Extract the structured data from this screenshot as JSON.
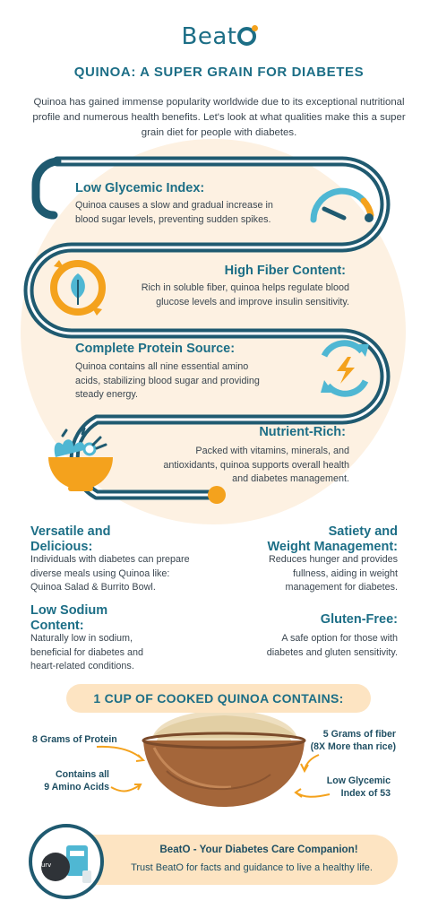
{
  "brand": {
    "name_prefix": "Beat",
    "name_suffix": "O"
  },
  "title": "QUINOA: A SUPER GRAIN FOR DIABETES",
  "intro": "Quinoa has gained immense popularity worldwide due to its exceptional nutritional profile and numerous health benefits. Let's look at what qualities make this a super grain diet for people with diabetes.",
  "path_sections": [
    {
      "title": "Low Glycemic Index:",
      "lines": [
        "Quinoa causes a slow and gradual increase in",
        "blood sugar levels, preventing sudden spikes."
      ],
      "icon": "gauge-icon"
    },
    {
      "title": "High Fiber Content:",
      "lines": [
        "Rich in soluble fiber, quinoa helps regulate blood",
        "glucose levels and improve insulin sensitivity."
      ],
      "icon": "leaf-cycle-icon"
    },
    {
      "title": "Complete Protein Source:",
      "lines": [
        "Quinoa contains all nine essential amino",
        "acids, stabilizing blood sugar and providing",
        "steady energy."
      ],
      "icon": "energy-cycle-icon"
    },
    {
      "title": "Nutrient-Rich:",
      "lines": [
        "Packed with vitamins, minerals, and",
        "antioxidants, quinoa supports overall health",
        "and diabetes management."
      ],
      "icon": "salad-bowl-icon"
    }
  ],
  "grid_sections": [
    {
      "title_lines": [
        "Versatile and",
        "Delicious:"
      ],
      "lines": [
        "Individuals with diabetes can prepare",
        "diverse meals using Quinoa like:",
        "Quinoa Salad & Burrito Bowl."
      ]
    },
    {
      "title_lines": [
        "Satiety and",
        "Weight Management:"
      ],
      "lines": [
        "Reduces hunger and provides",
        "fullness, aiding in weight",
        "management for diabetes."
      ]
    },
    {
      "title_lines": [
        "Low Sodium",
        "Content:"
      ],
      "lines": [
        "Naturally low in sodium,",
        "beneficial for diabetes and",
        "heart-related conditions."
      ]
    },
    {
      "title_lines": [
        "Gluten-Free:"
      ],
      "lines": [
        "A safe option for those with",
        "diabetes and gluten sensitivity."
      ]
    }
  ],
  "cup": {
    "title": "1 CUP OF COOKED QUINOA CONTAINS:",
    "protein": "8 Grams of Protein",
    "amino_1": "Contains all",
    "amino_2": "9 Amino Acids",
    "fiber_1": "5 Grams of fiber",
    "fiber_2": "(8X More than rice)",
    "gi_1": "Low Glycemic",
    "gi_2": "Index of 53"
  },
  "banner": {
    "device_text": "curv",
    "title": "BeatO - Your Diabetes Care Companion!",
    "subtitle": "Trust BeatO for facts and guidance to live a healthy life."
  },
  "colors": {
    "teal": "#1c6e86",
    "path": "#1f5a70",
    "orange": "#f4a21d",
    "peach": "#fde4c2",
    "cyan": "#4fb7d3"
  }
}
